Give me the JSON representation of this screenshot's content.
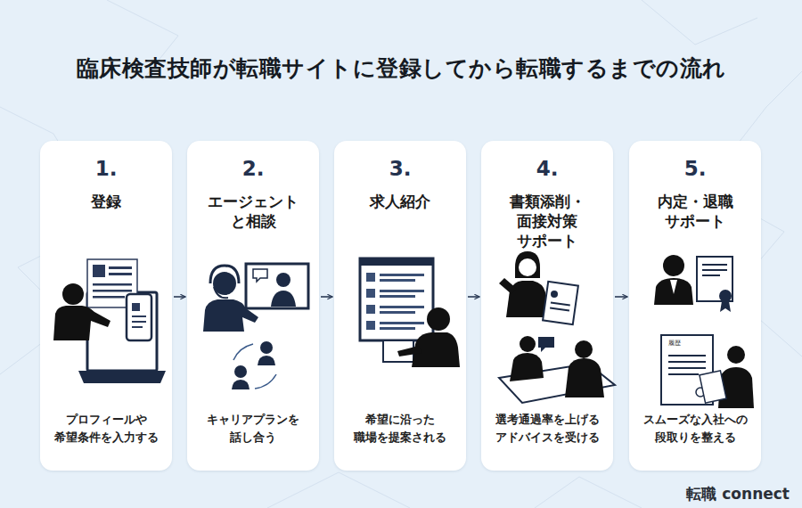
{
  "diagram": {
    "title": "臨床検査技師が転職サイトに登録してから転職するまでの流れ",
    "nodes": [
      {
        "text": [
          "1.",
          "登録",
          "プロフィールや 希望条件を入力する"
        ]
      },
      {
        "text": [
          "2.",
          "エージェント と相談",
          "キャリアプランを 話し合う"
        ]
      },
      {
        "text": [
          "3.",
          "求人紹介",
          "希望に沿った 職場を提案される"
        ]
      },
      {
        "text": [
          "4.",
          "書類添削・ 面接対策 サポート",
          "選考通過率を上げる アドバイスを受ける"
        ]
      },
      {
        "text": [
          "5.",
          "内定・退職 サポート",
          "スムーズな入社への 段取りを整える"
        ]
      }
    ],
    "edges": [
      {
        "from": 0,
        "to": 1,
        "arrow": "to"
      },
      {
        "from": 1,
        "to": 2,
        "arrow": "to"
      },
      {
        "from": 2,
        "to": 3,
        "arrow": "to"
      },
      {
        "from": 3,
        "to": 4,
        "arrow": "to"
      }
    ],
    "labels": [
      "履歴",
      "転職 connect"
    ]
  }
}
